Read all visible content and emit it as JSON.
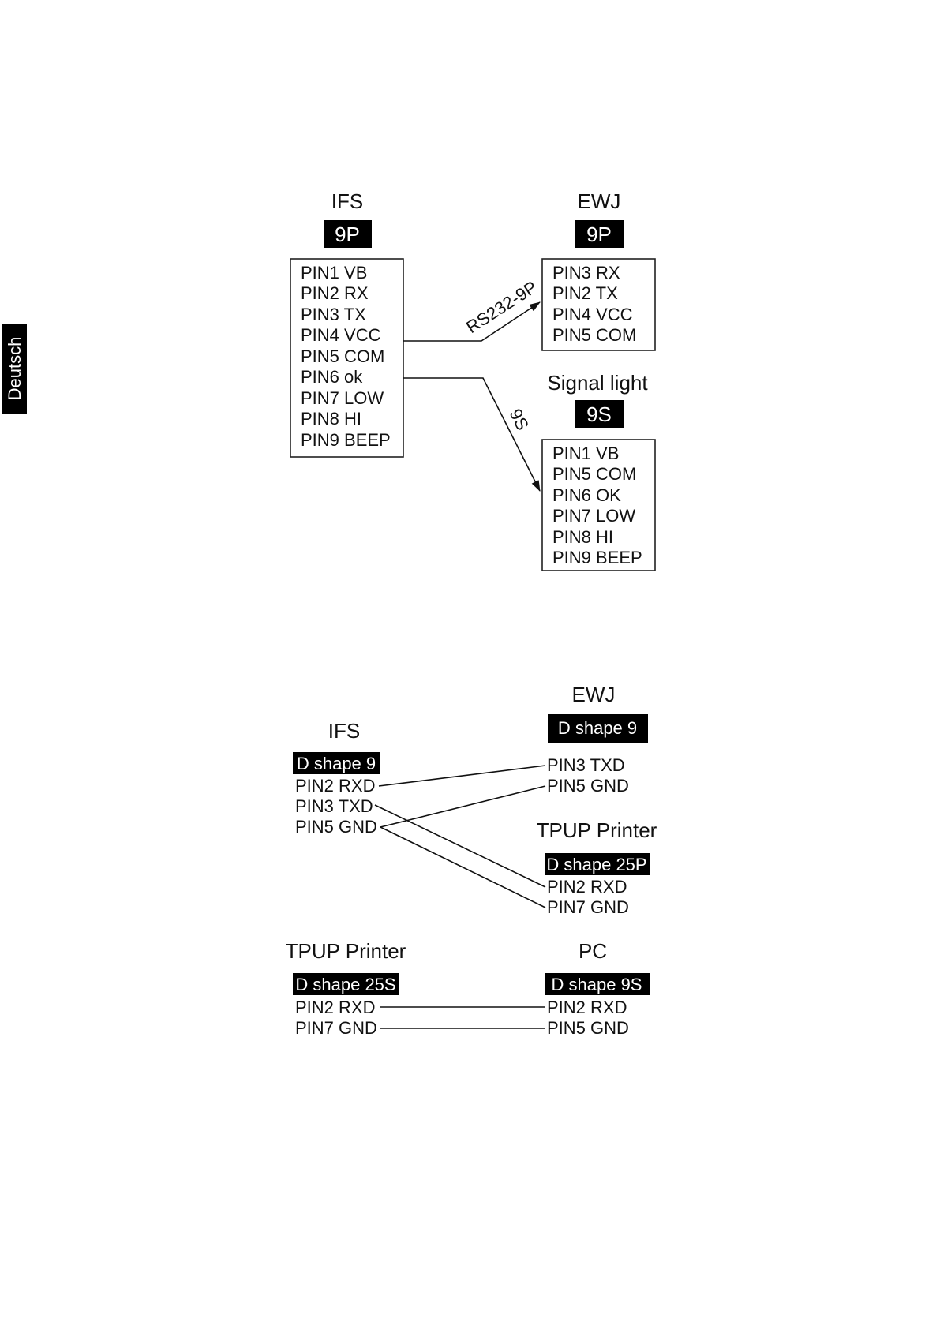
{
  "side_tab": {
    "label": "Deutsch"
  },
  "section1": {
    "ifs": {
      "title": "IFS",
      "connector": "9P",
      "pins": [
        "PIN1 VB",
        "PIN2 RX",
        "PIN3 TX",
        "PIN4 VCC",
        "PIN5 COM",
        "PIN6 ok",
        "PIN7 LOW",
        "PIN8 HI",
        "PIN9 BEEP"
      ]
    },
    "ewj": {
      "title": "EWJ",
      "connector": "9P",
      "pins": [
        "PIN3 RX",
        "PIN2 TX",
        "PIN4 VCC",
        "PIN5 COM"
      ]
    },
    "signal": {
      "title": "Signal light",
      "connector": "9S",
      "pins": [
        "PIN1 VB",
        "PIN5 COM",
        "PIN6 OK",
        "PIN7 LOW",
        "PIN8 HI",
        "PIN9 BEEP"
      ]
    },
    "link_rs232": "RS232-9P",
    "link_9s": "9S"
  },
  "section2": {
    "ifs": {
      "title": "IFS",
      "connector": "D shape 9",
      "pins": [
        "PIN2 RXD",
        "PIN3 TXD",
        "PIN5 GND"
      ]
    },
    "ewj": {
      "title": "EWJ",
      "connector": "D shape 9",
      "pins": [
        "PIN3 TXD",
        "PIN5 GND"
      ]
    },
    "printer": {
      "title": "TPUP Printer",
      "connector": "D shape 25P",
      "pins": [
        "PIN2 RXD",
        "PIN7 GND"
      ]
    }
  },
  "section3": {
    "printer": {
      "title": "TPUP Printer",
      "connector": "D shape 25S",
      "pins": [
        "PIN2 RXD",
        "PIN7 GND"
      ]
    },
    "pc": {
      "title": "PC",
      "connector": "D shape 9S",
      "pins": [
        "PIN2 RXD",
        "PIN5 GND"
      ]
    }
  }
}
